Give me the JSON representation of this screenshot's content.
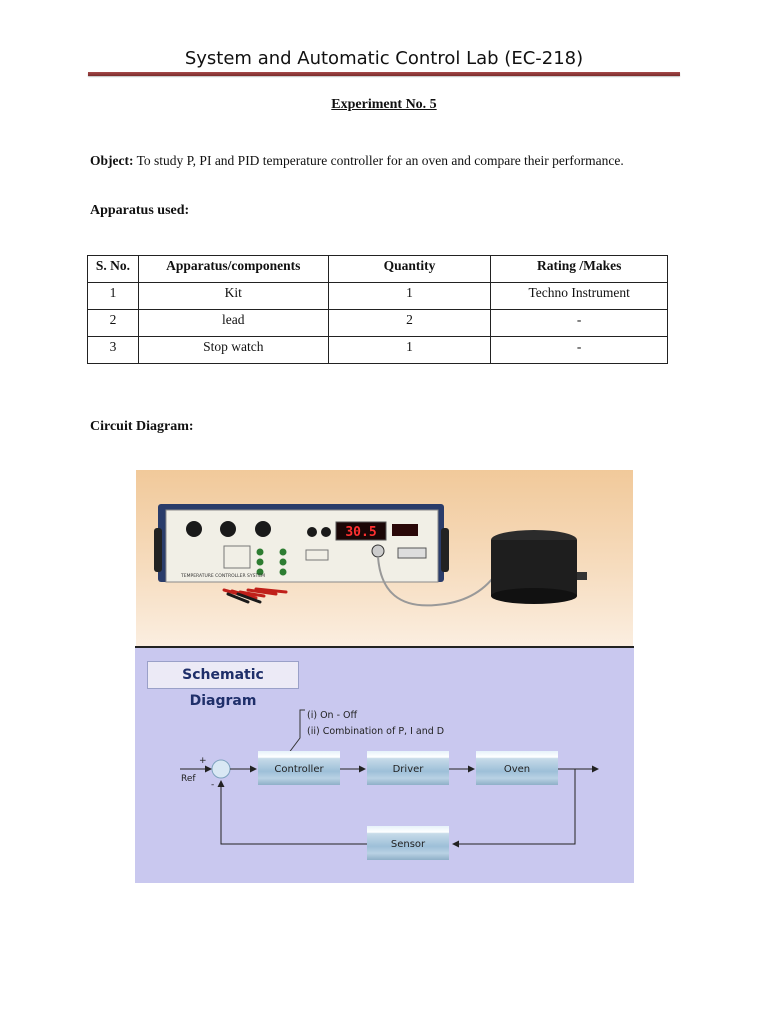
{
  "header": {
    "title": "System and Automatic Control Lab (EC-218)"
  },
  "experiment": {
    "title": "Experiment No. 5"
  },
  "object": {
    "label": "Object:",
    "text": " To study P, PI and PID temperature controller for an oven and compare their performance."
  },
  "apparatus": {
    "label": "Apparatus used:",
    "columns": [
      "S. No.",
      "Apparatus/components",
      "Quantity",
      "Rating /Makes"
    ],
    "rows": [
      [
        "1",
        "Kit",
        "1",
        "Techno Instrument"
      ],
      [
        "2",
        "lead",
        "2",
        "-"
      ],
      [
        "3",
        "Stop watch",
        "1",
        "-"
      ]
    ]
  },
  "circuit": {
    "label": "Circuit Diagram:"
  },
  "photo": {
    "display_value": "30.5",
    "panel_text": "TEMPERATURE CONTROLLER SYSTEM"
  },
  "schematic": {
    "title": "Schematic Diagram",
    "note_1": "(i)  On - Off",
    "note_2": "(ii) Combination of P, I and D",
    "ref_label": "Ref",
    "plus_sign": "+",
    "minus_sign": "-",
    "blocks": {
      "controller": "Controller",
      "driver": "Driver",
      "oven": "Oven",
      "sensor": "Sensor"
    }
  },
  "colors": {
    "header_rule": "#8b3a3a",
    "schematic_bg": "#c9c8ef",
    "block_fill": "#9dbfd8",
    "schematic_title": "#1f2f6a"
  }
}
